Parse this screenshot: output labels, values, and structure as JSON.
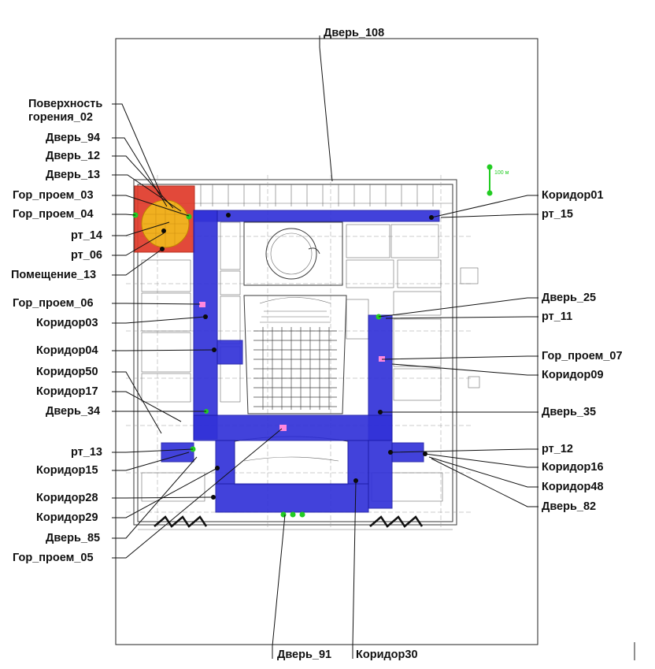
{
  "colors": {
    "corridor": "#3232d8",
    "fire_room": "#e03a2a",
    "fire_surface": "#f0b020",
    "door_marker": "#22cc22",
    "opening_marker": "#ff88dd"
  },
  "scale_label": "100 м",
  "labels": {
    "surface_line1": "Поверхность",
    "surface_line2": "горения_02",
    "door_94": "Дверь_94",
    "door_12": "Дверь_12",
    "door_13": "Дверь_13",
    "opening_03": "Гор_проем_03",
    "opening_04": "Гор_проем_04",
    "rt_14": "рт_14",
    "rt_06": "рт_06",
    "room_13": "Помещение_13",
    "opening_06": "Гор_проем_06",
    "corridor_03": "Коридор03",
    "corridor_04": "Коридор04",
    "corridor_50": "Коридор50",
    "corridor_17": "Коридор17",
    "door_34": "Дверь_34",
    "rt_13": "рт_13",
    "corridor_15": "Коридор15",
    "corridor_28": "Коридор28",
    "corridor_29": "Коридор29",
    "door_85": "Дверь_85",
    "opening_05": "Гор_проем_05",
    "door_108": "Дверь_108",
    "corridor_01": "Коридор01",
    "rt_15": "рт_15",
    "door_25": "Дверь_25",
    "rt_11": "рт_11",
    "opening_07": "Гор_проем_07",
    "corridor_09": "Коридор09",
    "door_35": "Дверь_35",
    "rt_12": "рт_12",
    "corridor_16": "Коридор16",
    "corridor_48": "Коридор48",
    "door_82": "Дверь_82",
    "door_91": "Дверь_91",
    "corridor_30": "Коридор30"
  }
}
